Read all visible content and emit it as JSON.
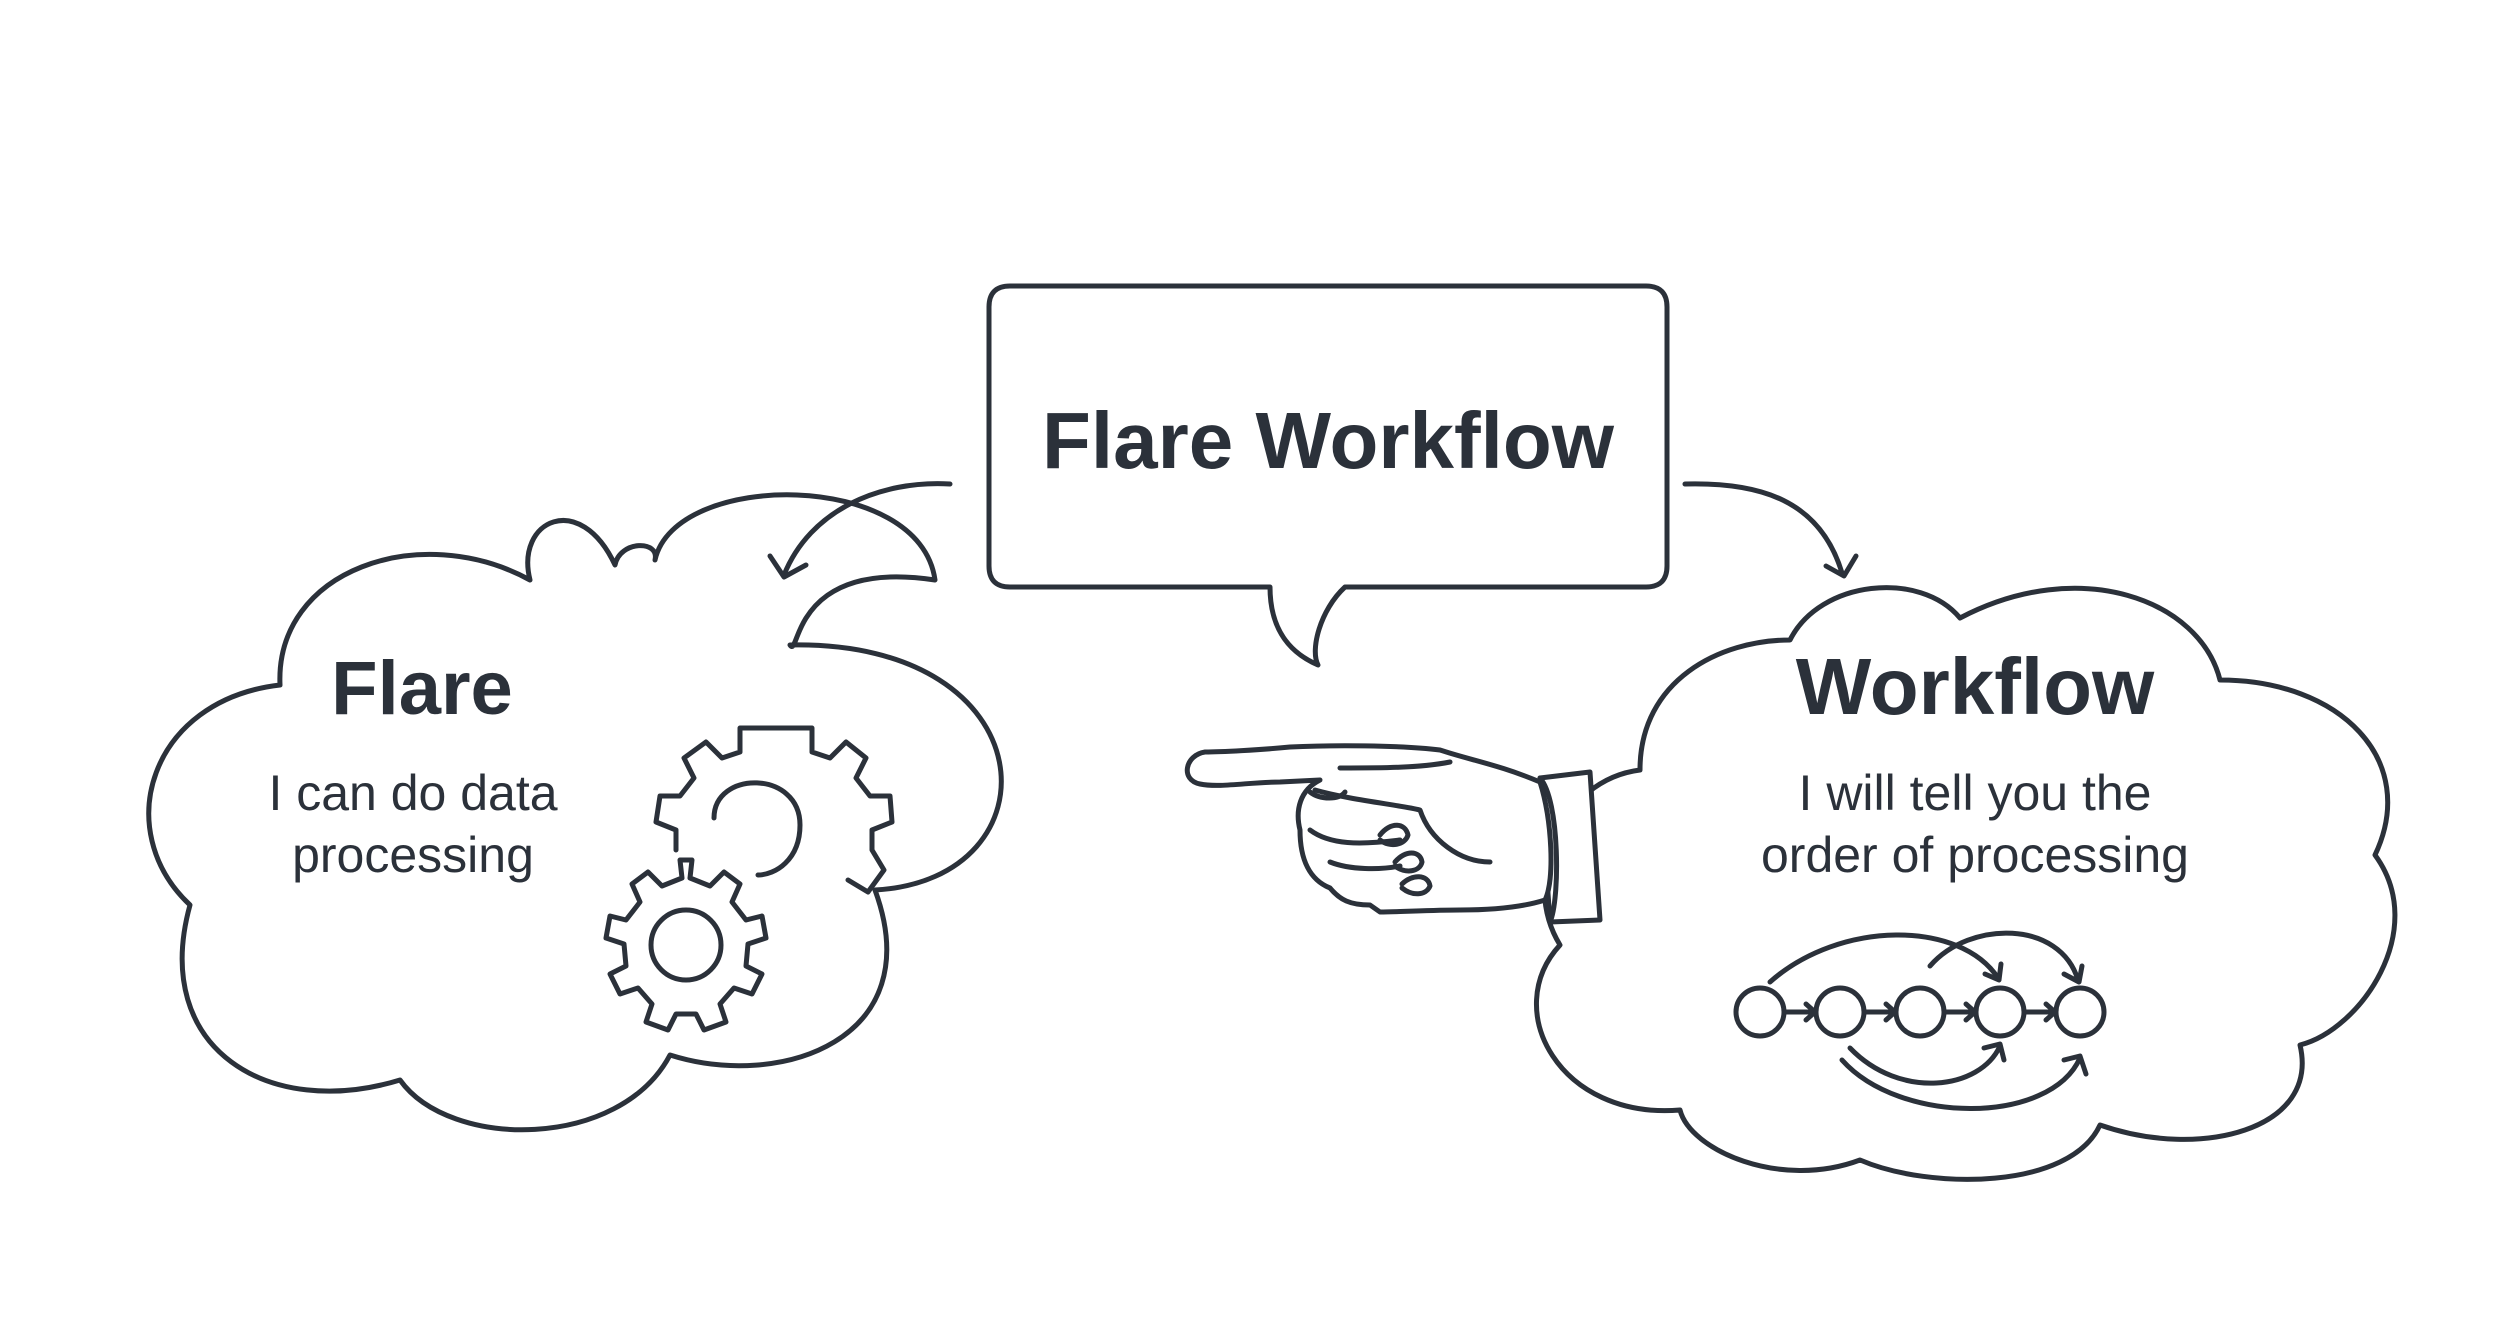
{
  "center_box": {
    "title": "Flare Workflow"
  },
  "left_cloud": {
    "title": "Flare",
    "line1": "I can do data",
    "line2": "processing",
    "icon": "gears-icon"
  },
  "right_cloud": {
    "title": "Workflow",
    "line1": "I will tell you the",
    "line2": "order of processing",
    "icon": "node-sequence-icon"
  },
  "pointer": {
    "icon": "pointing-hand-icon"
  },
  "colors": {
    "ink": "#2b313a",
    "background": "#ffffff"
  }
}
